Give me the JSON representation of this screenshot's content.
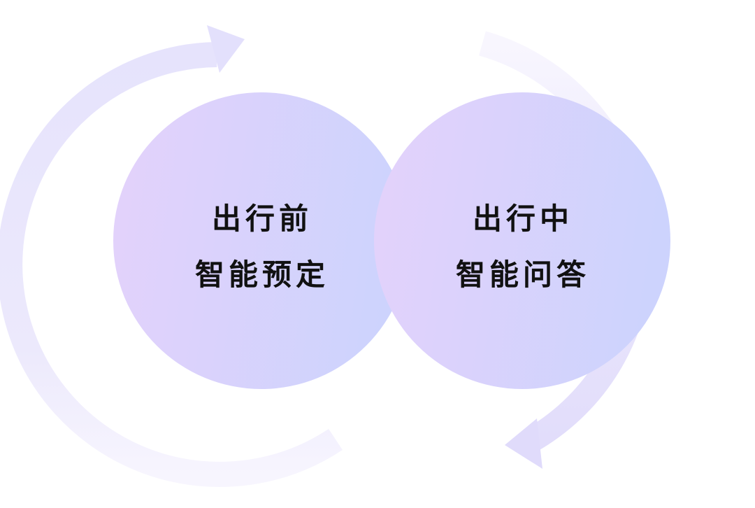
{
  "stages": [
    {
      "line1": "出行前",
      "line2": "智能预定"
    },
    {
      "line1": "出行中",
      "line2": "智能问答"
    }
  ],
  "colors": {
    "circle_gradient_start": "#e4d2fb",
    "circle_gradient_end": "#cdd3fd",
    "arrow_color": "#e2ddfb",
    "text_color": "#111111",
    "background": "#ffffff"
  }
}
